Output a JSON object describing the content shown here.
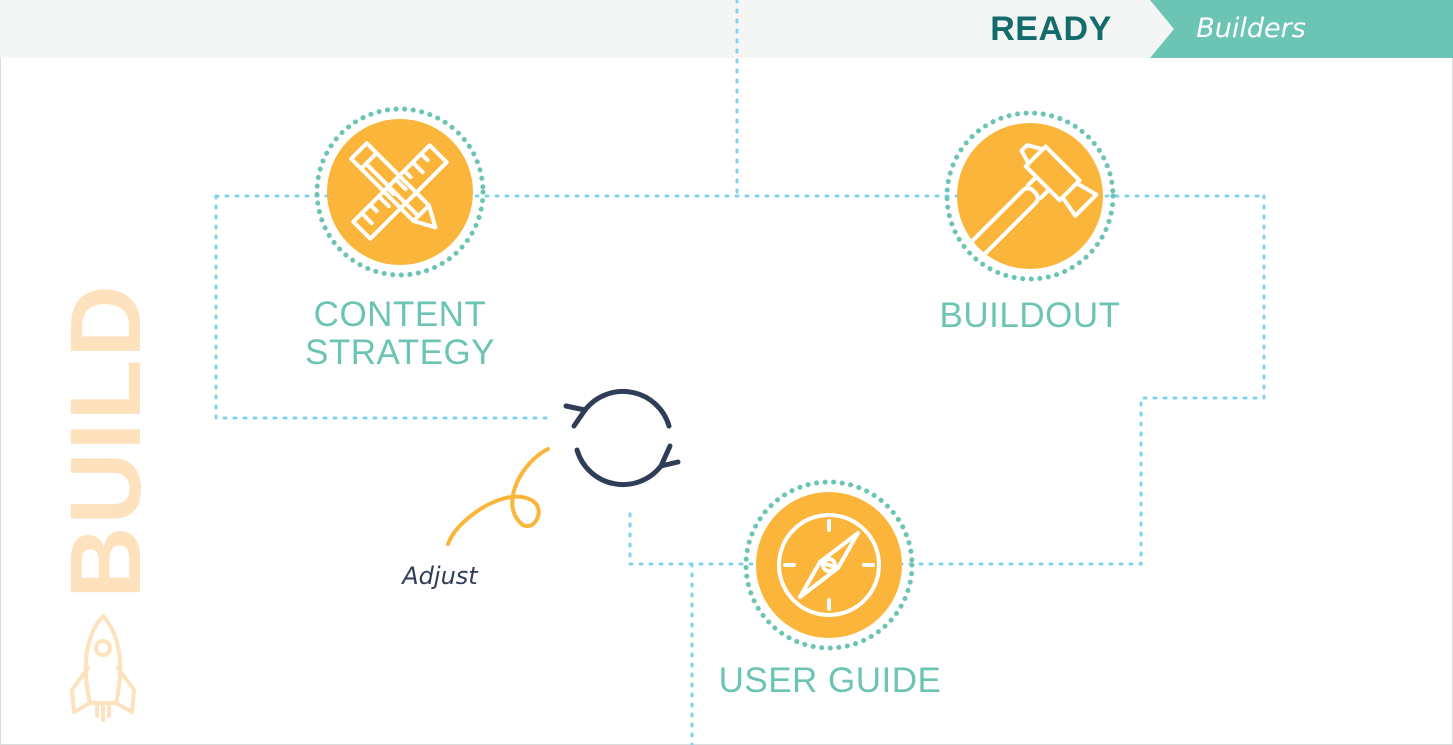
{
  "header": {
    "ready_label": "READY",
    "builders_label": "Builders"
  },
  "side_title": "BUILD",
  "nodes": [
    {
      "id": "content-strategy",
      "label_lines": [
        "CONTENT",
        "STRATEGY"
      ],
      "icon": "pencil-ruler-icon"
    },
    {
      "id": "buildout",
      "label_lines": [
        "BUILDOUT"
      ],
      "icon": "hammer-icon"
    },
    {
      "id": "user-guide",
      "label_lines": [
        "USER GUIDE"
      ],
      "icon": "compass-icon"
    }
  ],
  "cycle": {
    "icon": "refresh-cycle-icon",
    "annotation": "Adjust"
  },
  "colors": {
    "teal": "#6cc4b5",
    "dark_teal": "#136b6b",
    "orange": "#fbb53b",
    "pale_orange": "#fde2bd",
    "navy": "#2f3d56",
    "connector": "#7fd3ef",
    "header_band": "#f3f6f5"
  }
}
